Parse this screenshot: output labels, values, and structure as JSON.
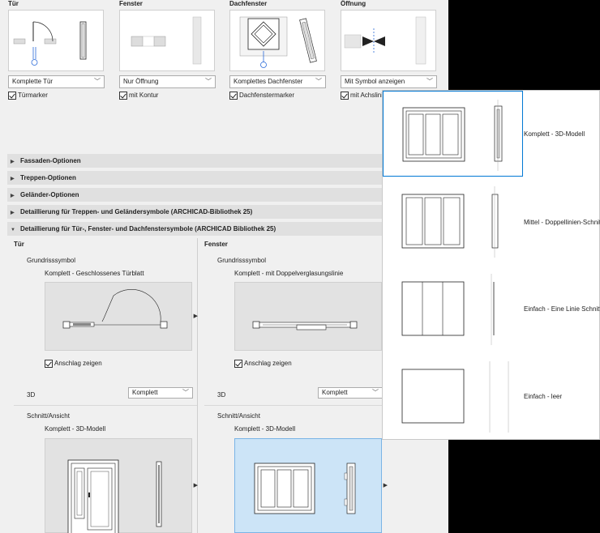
{
  "top": {
    "columns": [
      {
        "title": "Tür",
        "select": "Komplette Tür",
        "checkbox": "Türmarker"
      },
      {
        "title": "Fenster",
        "select": "Nur Öffnung",
        "checkbox": "mit Kontur"
      },
      {
        "title": "Dachfenster",
        "select": "Komplettes Dachfenster",
        "checkbox": "Dachfenstermarker"
      },
      {
        "title": "Öffnung",
        "select": "Mit Symbol anzeigen",
        "checkbox": "mit Achslinie"
      }
    ]
  },
  "sections": [
    {
      "label": "Fassaden-Optionen",
      "expanded": false
    },
    {
      "label": "Treppen-Optionen",
      "expanded": false
    },
    {
      "label": "Geländer-Optionen",
      "expanded": false
    },
    {
      "label": "Detaillierung für Treppen- und Geländersymbole (ARCHICAD-Bibliothek 25)",
      "expanded": false
    },
    {
      "label": "Detaillierung für Tür-, Fenster- und Dachfenstersymbole (ARCHICAD Bibliothek 25)",
      "expanded": true
    }
  ],
  "door": {
    "header": "Tür",
    "plan_label": "Grundrisssymbol",
    "plan_value": "Komplett - Geschlossenes Türblatt",
    "swing_checkbox": "Anschlag zeigen",
    "three_d_label": "3D",
    "three_d_value": "Komplett",
    "section_label": "Schnitt/Ansicht",
    "section_value": "Komplett - 3D-Modell"
  },
  "window": {
    "header": "Fenster",
    "plan_label": "Grundrisssymbol",
    "plan_value": "Komplett - mit Doppelverglasungslinie",
    "swing_checkbox": "Anschlag zeigen",
    "three_d_label": "3D",
    "three_d_value": "Komplett",
    "section_label": "Schnitt/Ansicht",
    "section_value": "Komplett - 3D-Modell"
  },
  "popup": {
    "options": [
      {
        "label": "Komplett - 3D-Modell",
        "selected": true
      },
      {
        "label": "Mittel - Doppellinien-Schnitt",
        "selected": false
      },
      {
        "label": "Einfach - Eine Linie Schnitt",
        "selected": false
      },
      {
        "label": "Einfach - leer",
        "selected": false
      }
    ]
  },
  "icons": {
    "chevron": "chevron-down-icon",
    "expand": "triangle-right-icon",
    "collapse": "triangle-down-icon",
    "more": "triangle-right-icon"
  },
  "colors": {
    "selected_bg": "#cce4f7",
    "selection_border": "#0078d4",
    "section_bg": "#e0e0e0"
  }
}
